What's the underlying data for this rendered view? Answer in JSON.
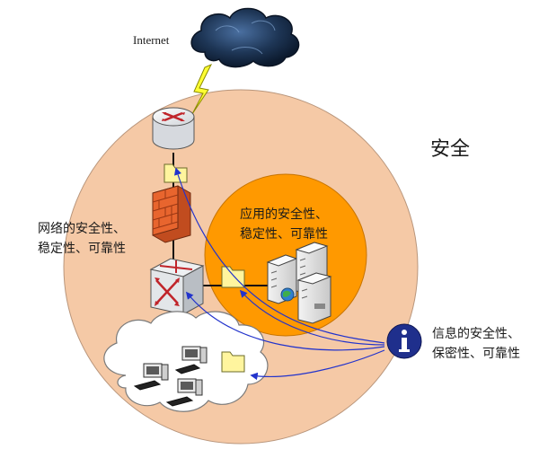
{
  "labels": {
    "internet": "Internet",
    "security": "安全",
    "network_security": "网络的安全性、\n稳定性、可靠性",
    "app_security": "应用的安全性、\n稳定性、可靠性",
    "info_security": "信息的安全性、\n保密性、可靠性"
  },
  "icons": {
    "cloud": "internet-cloud-icon",
    "router": "router-icon",
    "firewall": "firewall-icon",
    "switch": "layer3-switch-icon",
    "servers": "server-icon",
    "workstations": "workstation-icon",
    "folders": "folder-icon",
    "info": "info-icon"
  },
  "colors": {
    "outer_circle": "#F5C9A6",
    "inner_circle": "#FF9900",
    "firewall": "#E8652E",
    "info_badge": "#1F2F8C",
    "info_link": "#2233CC",
    "folder": "#FFF59E",
    "lightning": "#FFFF33"
  }
}
